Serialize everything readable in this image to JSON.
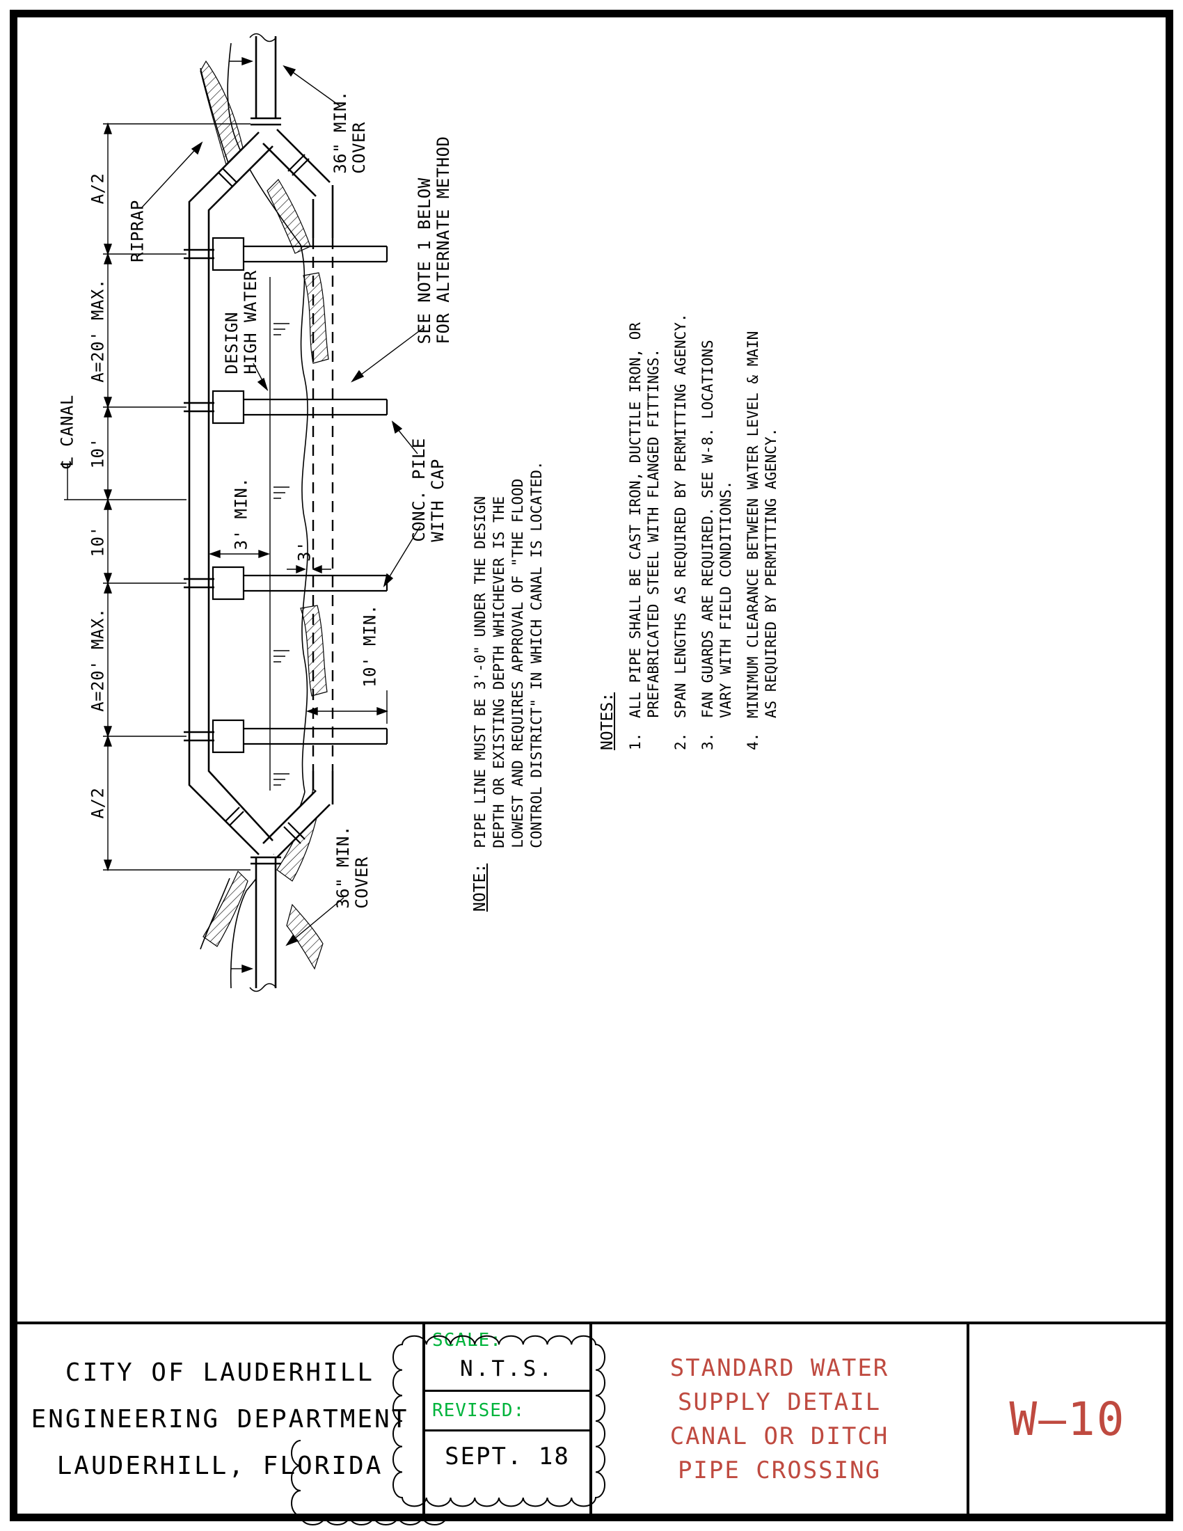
{
  "colors": {
    "green": "#00b43c",
    "red": "#bf4a40",
    "ink": "#000000"
  },
  "drawing": {
    "dims": {
      "a2_top": "A/2",
      "a20_top": "A=20' MAX.",
      "ten_top": "10'",
      "ten_bottom": "10'",
      "a20_bottom": "A=20' MAX.",
      "a2_bottom": "A/2",
      "canal_centerline": "℄ CANAL",
      "min_3ft": "3' MIN.",
      "three_ft": "3'",
      "min_10ft": "10' MIN."
    },
    "labels": {
      "riprap": "RIPRAP",
      "cover_top": "36\" MIN.\nCOVER",
      "design_high_water": "DESIGN\nHIGH WATER",
      "see_note": "SEE NOTE 1 BELOW\nFOR ALTERNATE METHOD",
      "conc_pile": "CONC. PILE\nWITH CAP",
      "cover_bottom": "36\" MIN.\nCOVER"
    },
    "note": {
      "heading": "NOTE:",
      "body": "PIPE LINE MUST BE 3'-0\" UNDER THE DESIGN DEPTH OR EXISTING DEPTH WHICHEVER IS THE LOWEST AND REQUIRES APPROVAL OF \"THE FLOOD CONTROL DISTRICT\" IN WHICH CANAL IS LOCATED."
    },
    "notes": {
      "heading": "NOTES:",
      "items": [
        {
          "num": "1.",
          "text": "ALL PIPE SHALL BE CAST IRON, DUCTILE IRON, OR PREFABRICATED STEEL WITH FLANGED FITTINGS."
        },
        {
          "num": "2.",
          "text": "SPAN LENGTHS AS REQUIRED BY PERMITTING AGENCY."
        },
        {
          "num": "3.",
          "text": "FAN GUARDS ARE REQUIRED. SEE W-8. LOCATIONS VARY WITH FIELD CONDITIONS."
        },
        {
          "num": "4.",
          "text": "MINIMUM CLEARANCE BETWEEN WATER LEVEL & MAIN AS REQUIRED BY PERMITTING AGENCY."
        }
      ]
    }
  },
  "titleblock": {
    "org_lines": [
      "CITY OF LAUDERHILL",
      "ENGINEERING DEPARTMENT",
      "LAUDERHILL, FLORIDA"
    ],
    "scale_label": "SCALE:",
    "scale_value": "N.T.S.",
    "revised_label": "REVISED:",
    "revised_value": "SEPT. 18",
    "title_lines": [
      "STANDARD WATER",
      "SUPPLY DETAIL",
      "CANAL OR DITCH",
      "PIPE CROSSING"
    ],
    "sheet_number": "W—10"
  }
}
